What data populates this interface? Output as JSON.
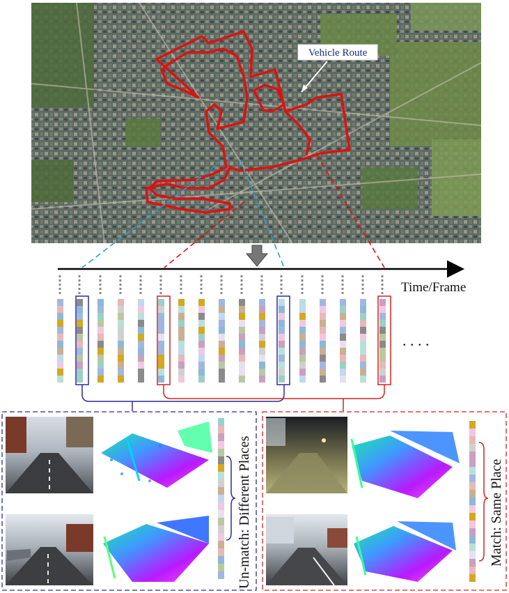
{
  "map": {
    "route_label": "Vehicle Route"
  },
  "timeline": {
    "axis_label": "Time/Frame",
    "continuation": ". . . ."
  },
  "panels": {
    "left_caption": "Un-match: Different Places",
    "right_caption": "Match: Same Place"
  },
  "colors": {
    "route": "#e01010",
    "unmatch": "#2a2a9a",
    "match": "#d42020",
    "blue_dash": "#2aa0d8",
    "red_dash": "#e01010"
  }
}
